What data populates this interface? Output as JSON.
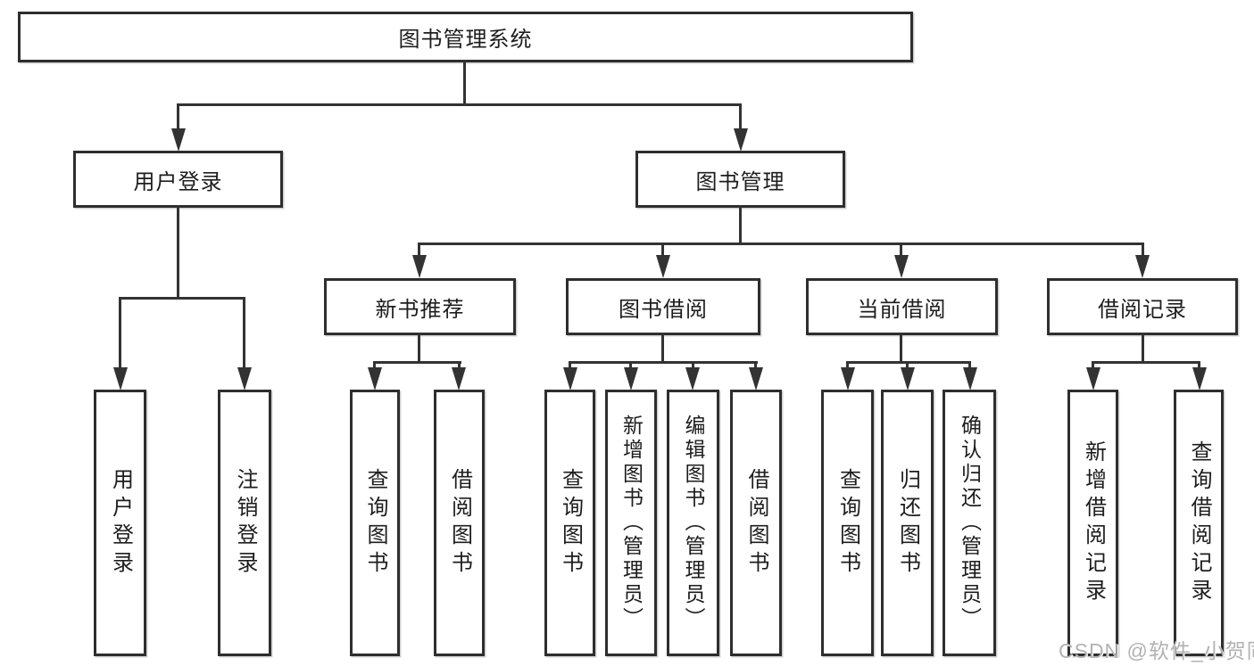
{
  "diagram": {
    "title": "图书管理系统",
    "tree": {
      "label": "图书管理系统",
      "children": [
        {
          "label": "用户登录",
          "children": [
            {
              "label": "用户登录"
            },
            {
              "label": "注销登录"
            }
          ]
        },
        {
          "label": "图书管理",
          "children": [
            {
              "label": "新书推荐",
              "children": [
                {
                  "label": "查询图书"
                },
                {
                  "label": "借阅图书"
                }
              ]
            },
            {
              "label": "图书借阅",
              "children": [
                {
                  "label": "查询图书"
                },
                {
                  "label": "新增图书（管理员）"
                },
                {
                  "label": "编辑图书（管理员）"
                },
                {
                  "label": "借阅图书"
                }
              ]
            },
            {
              "label": "当前借阅",
              "children": [
                {
                  "label": "查询图书"
                },
                {
                  "label": "归还图书"
                },
                {
                  "label": "确认归还（管理员）"
                }
              ]
            },
            {
              "label": "借阅记录",
              "children": [
                {
                  "label": "新增借阅记录"
                },
                {
                  "label": "查询借阅记录"
                }
              ]
            }
          ]
        }
      ]
    }
  },
  "watermark": {
    "text": "CSDN @软件_小贺同学"
  },
  "colors": {
    "line": "#333333",
    "box_border": "#2e2e2e",
    "box_fill": "#ffffff",
    "text": "#1d1d1d",
    "watermark": "#b2b2b2"
  }
}
